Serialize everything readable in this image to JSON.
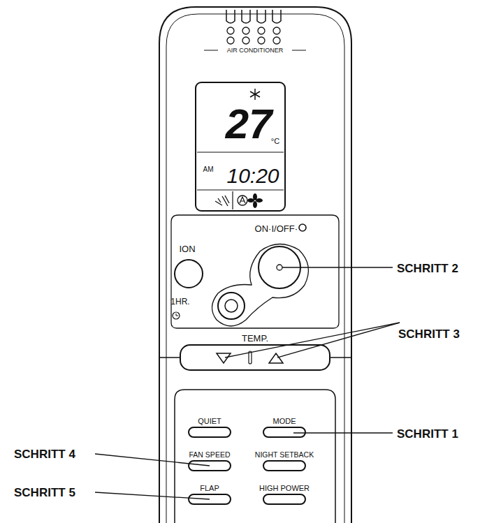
{
  "diagram": {
    "labels": [
      "AIR CONDITIONER",
      "27",
      "°C",
      "AM",
      "10:20",
      "ON·I/OFF·",
      "ION",
      "1HR.",
      "TEMP.",
      "QUIET",
      "MODE",
      "FAN SPEED",
      "NIGHT SETBACK",
      "FLAP",
      "HIGH POWER",
      "SCHRITT 2",
      "SCHRITT 3",
      "SCHRITT 1",
      "SCHRITT 4",
      "SCHRITT 5"
    ]
  }
}
